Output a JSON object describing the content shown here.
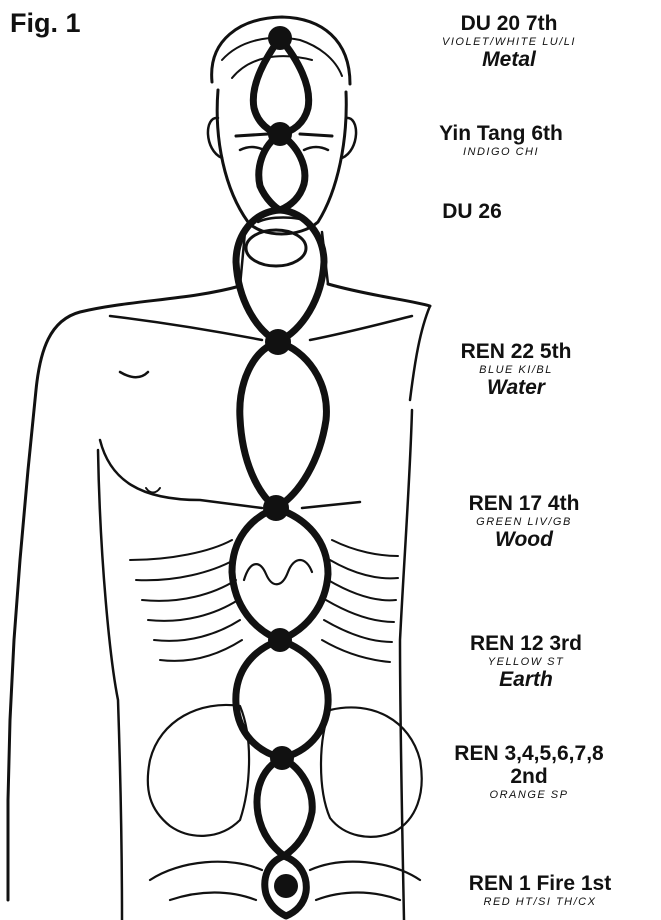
{
  "figure_title": "Fig. 1",
  "points": [
    {
      "name": "DU 20 7th",
      "detail": "VIOLET/WHITE LU/LI",
      "element": "Metal"
    },
    {
      "name": "Yin Tang 6th",
      "detail": "INDIGO CHI",
      "element": ""
    },
    {
      "name": "DU 26",
      "detail": "",
      "element": ""
    },
    {
      "name": "REN 22 5th",
      "detail": "BLUE KI/BL",
      "element": "Water"
    },
    {
      "name": "REN 17  4th",
      "detail": "GREEN LIV/GB",
      "element": "Wood"
    },
    {
      "name": "REN 12 3rd",
      "detail": "YELLOW ST",
      "element": "Earth"
    },
    {
      "name": "REN 3,4,5,6,7,8",
      "name2": "2nd",
      "detail": "ORANGE SP",
      "element": ""
    },
    {
      "name": "REN 1 Fire 1st",
      "detail": "RED HT/SI TH/CX",
      "element": ""
    }
  ]
}
